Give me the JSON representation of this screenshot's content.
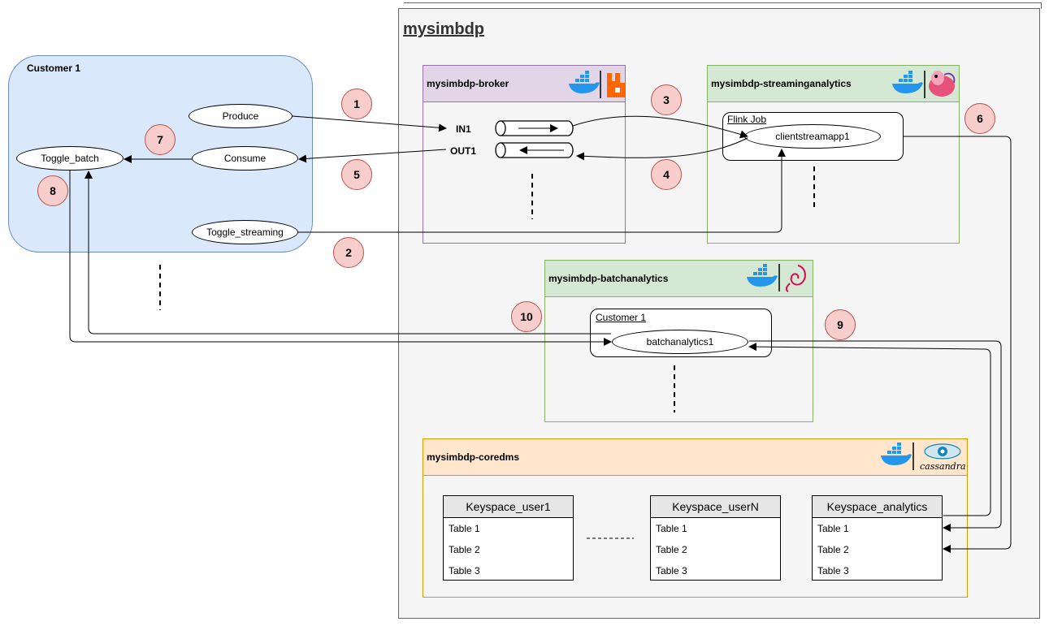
{
  "platform": {
    "title": "mysimbdp"
  },
  "customer": {
    "title": "Customer 1",
    "nodes": {
      "produce": "Produce",
      "consume": "Consume",
      "toggle_batch": "Toggle_batch",
      "toggle_streaming": "Toggle_streaming"
    }
  },
  "broker": {
    "title": "mysimbdp-broker",
    "queues": {
      "in": "IN1",
      "out": "OUT1"
    }
  },
  "streaming": {
    "title": "mysimbdp-streaminganalytics",
    "job_label": "Flink Job",
    "app": "clientstreamapp1"
  },
  "batch": {
    "title": "mysimbdp-batchanalytics",
    "customer_label": "Customer 1",
    "app": "batchanalytics1"
  },
  "coredms": {
    "title": "mysimbdp-coredms",
    "keyspaces": [
      {
        "name": "Keyspace_user1",
        "tables": [
          "Table 1",
          "Table 2",
          "Table 3"
        ]
      },
      {
        "name": "Keyspace_userN",
        "tables": [
          "Table 1",
          "Table 2",
          "Table 3"
        ]
      },
      {
        "name": "Keyspace_analytics",
        "tables": [
          "Table 1",
          "Table 2",
          "Table 3"
        ]
      }
    ]
  },
  "steps": [
    "1",
    "2",
    "3",
    "4",
    "5",
    "6",
    "7",
    "8",
    "9",
    "10"
  ],
  "icons": {
    "docker": "docker-icon",
    "rabbitmq": "rabbitmq-icon",
    "flink": "flink-icon",
    "debian": "debian-icon",
    "cassandra": "cassandra-icon",
    "cassandra_text": "cassandra"
  },
  "colors": {
    "customer_fill": "#dae8fc",
    "broker_fill": "#e1d5e7",
    "analytics_fill": "#d5e8d4",
    "coredms_fill": "#ffe6cc",
    "badge_fill": "#f8cecc",
    "docker_blue": "#2496ed",
    "rabbitmq_orange": "#ff6600"
  }
}
